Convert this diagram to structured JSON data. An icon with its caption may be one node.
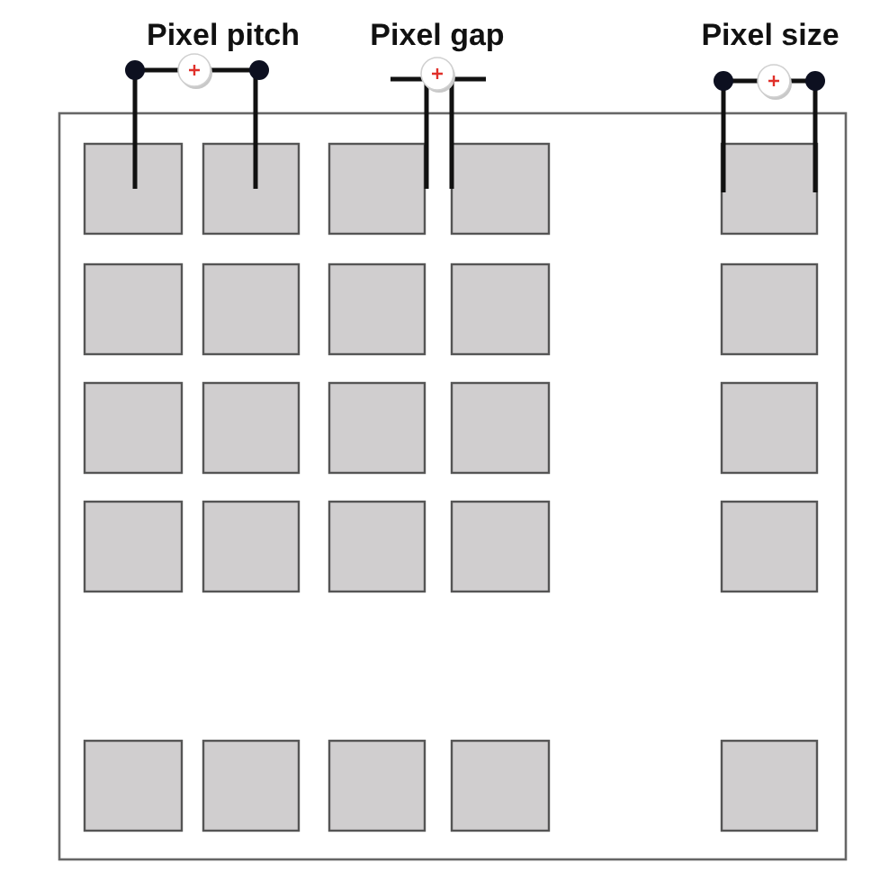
{
  "diagram": {
    "labels": [
      "Pixel pitch",
      "Pixel gap",
      "Pixel size"
    ]
  }
}
